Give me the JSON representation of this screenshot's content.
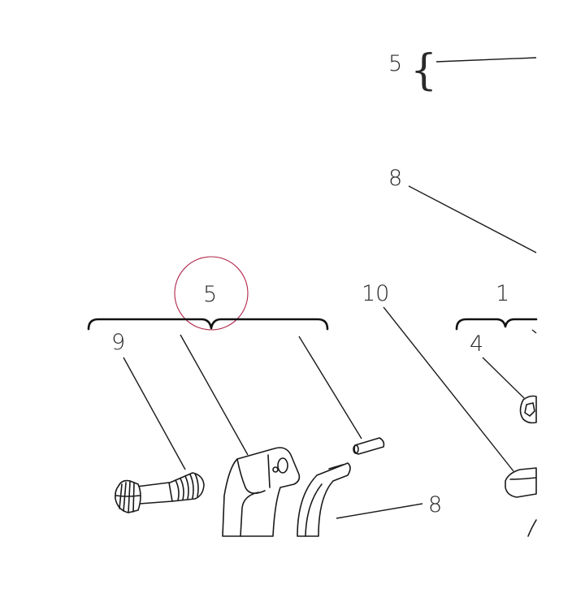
{
  "diagram": {
    "callouts": {
      "top_group": "5",
      "eight_upper": "8",
      "group_left": "5",
      "ten": "10",
      "group_right": "1",
      "nine": "9",
      "four": "4",
      "eight_lower": "8"
    },
    "top_brace_glyph": "{",
    "highlight_color": "#b0254a",
    "ink_color": "#1a1a1a"
  }
}
